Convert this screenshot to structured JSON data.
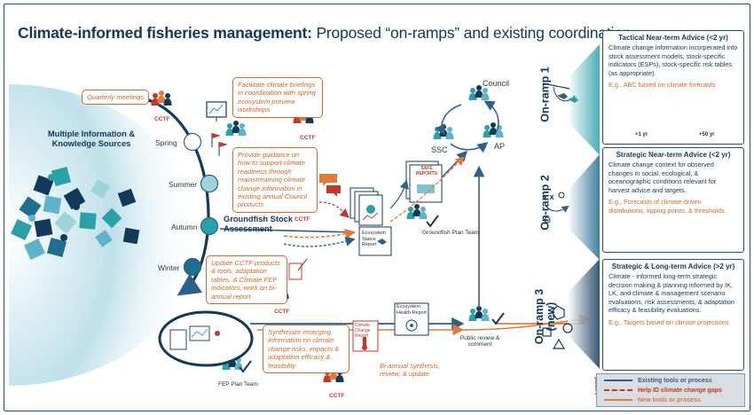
{
  "title": {
    "bold": "Climate-informed fisheries management:",
    "rest": " Proposed “on-ramps” and existing coordination"
  },
  "left": {
    "sources_label": "Multiple Information & Knowledge Sources",
    "seasons": [
      "Spring",
      "Summer",
      "Autumn",
      "Winter"
    ],
    "quarterly_meetings": "Quarterly meetings",
    "cctf_label": "CCTF"
  },
  "notes": {
    "facilitate": "Facilitate climate briefings in coordination with spring ecosystem preview workshops",
    "guidance": "Provide guidance on how to support climate readiness through mainstreaming climate change information in existing annual Council products",
    "update": "Update CCTF products & tools, adaptation tables, & Climate FEP indicators, work on bi-annual report",
    "synthesize": "Synthesize emerging information on climate change risks, impacts & adaptation efficacy & feasibility",
    "biannual": "Bi-annual synthesis, review, & update"
  },
  "center": {
    "groundfish_assessment": "Groundfish Stock Assessment",
    "safe_reports": "SAFE REPORTS",
    "ecosystem_status_report": "Ecosystem Status Report",
    "groundfish_plan_team": "Groundfish Plan Team",
    "ecosystem_health_report": "Ecosystem Health Report",
    "climate_change_report": "Climate Change Report",
    "public_review": "Public review & comment",
    "fep_plan_team": "FEP Plan Team",
    "council": "Council",
    "ssc": "SSC",
    "ap": "AP"
  },
  "ramps": [
    {
      "label": "On-ramp 1",
      "title": "Tactical Near-term Advice (<2 yr)",
      "body": "Climate change information incorperated into stock assessment models, stock-specific indicators (ESPs), stock-specific risk tables (as appropriate).",
      "example": "E.g., ABC based on climate forecasts",
      "axis_labels": [
        "+1 yr",
        "+50 yr"
      ]
    },
    {
      "label": "On-ramp 2",
      "title": "Strategic Near-term Advice (<2 yr)",
      "body": "Climate change context for observed changes in social, ecological, & oceanographic conditions relevant for harvest advice and targets.",
      "example": "E.g., Forecasts of climate-driven distributions, tipping points, & thresholds"
    },
    {
      "label": "On-ramp 3",
      "sublabel": "(new)",
      "title": "Strategic & Long-term Advice (>2 yr)",
      "body": "Climate - informed long-term strategic decision making & planning informed by IK, LK, and climate & management scenario evaluations, risk assessments, & adaptation efficacy & feasibility evaluations.",
      "example": "E.g., Targets based on climate projections"
    }
  ],
  "legend": {
    "title": "Legend",
    "items": [
      {
        "label": "Existing tools or process",
        "color": "#2e5f86"
      },
      {
        "label": "Help ID climate change gaps",
        "color": "#c0392b"
      },
      {
        "label": "New tools or process",
        "color": "#e07b39"
      }
    ]
  },
  "colors": {
    "navy": "#13395a",
    "teal": "#2aa0a8",
    "orange": "#d4692b",
    "red": "#c0392b"
  }
}
